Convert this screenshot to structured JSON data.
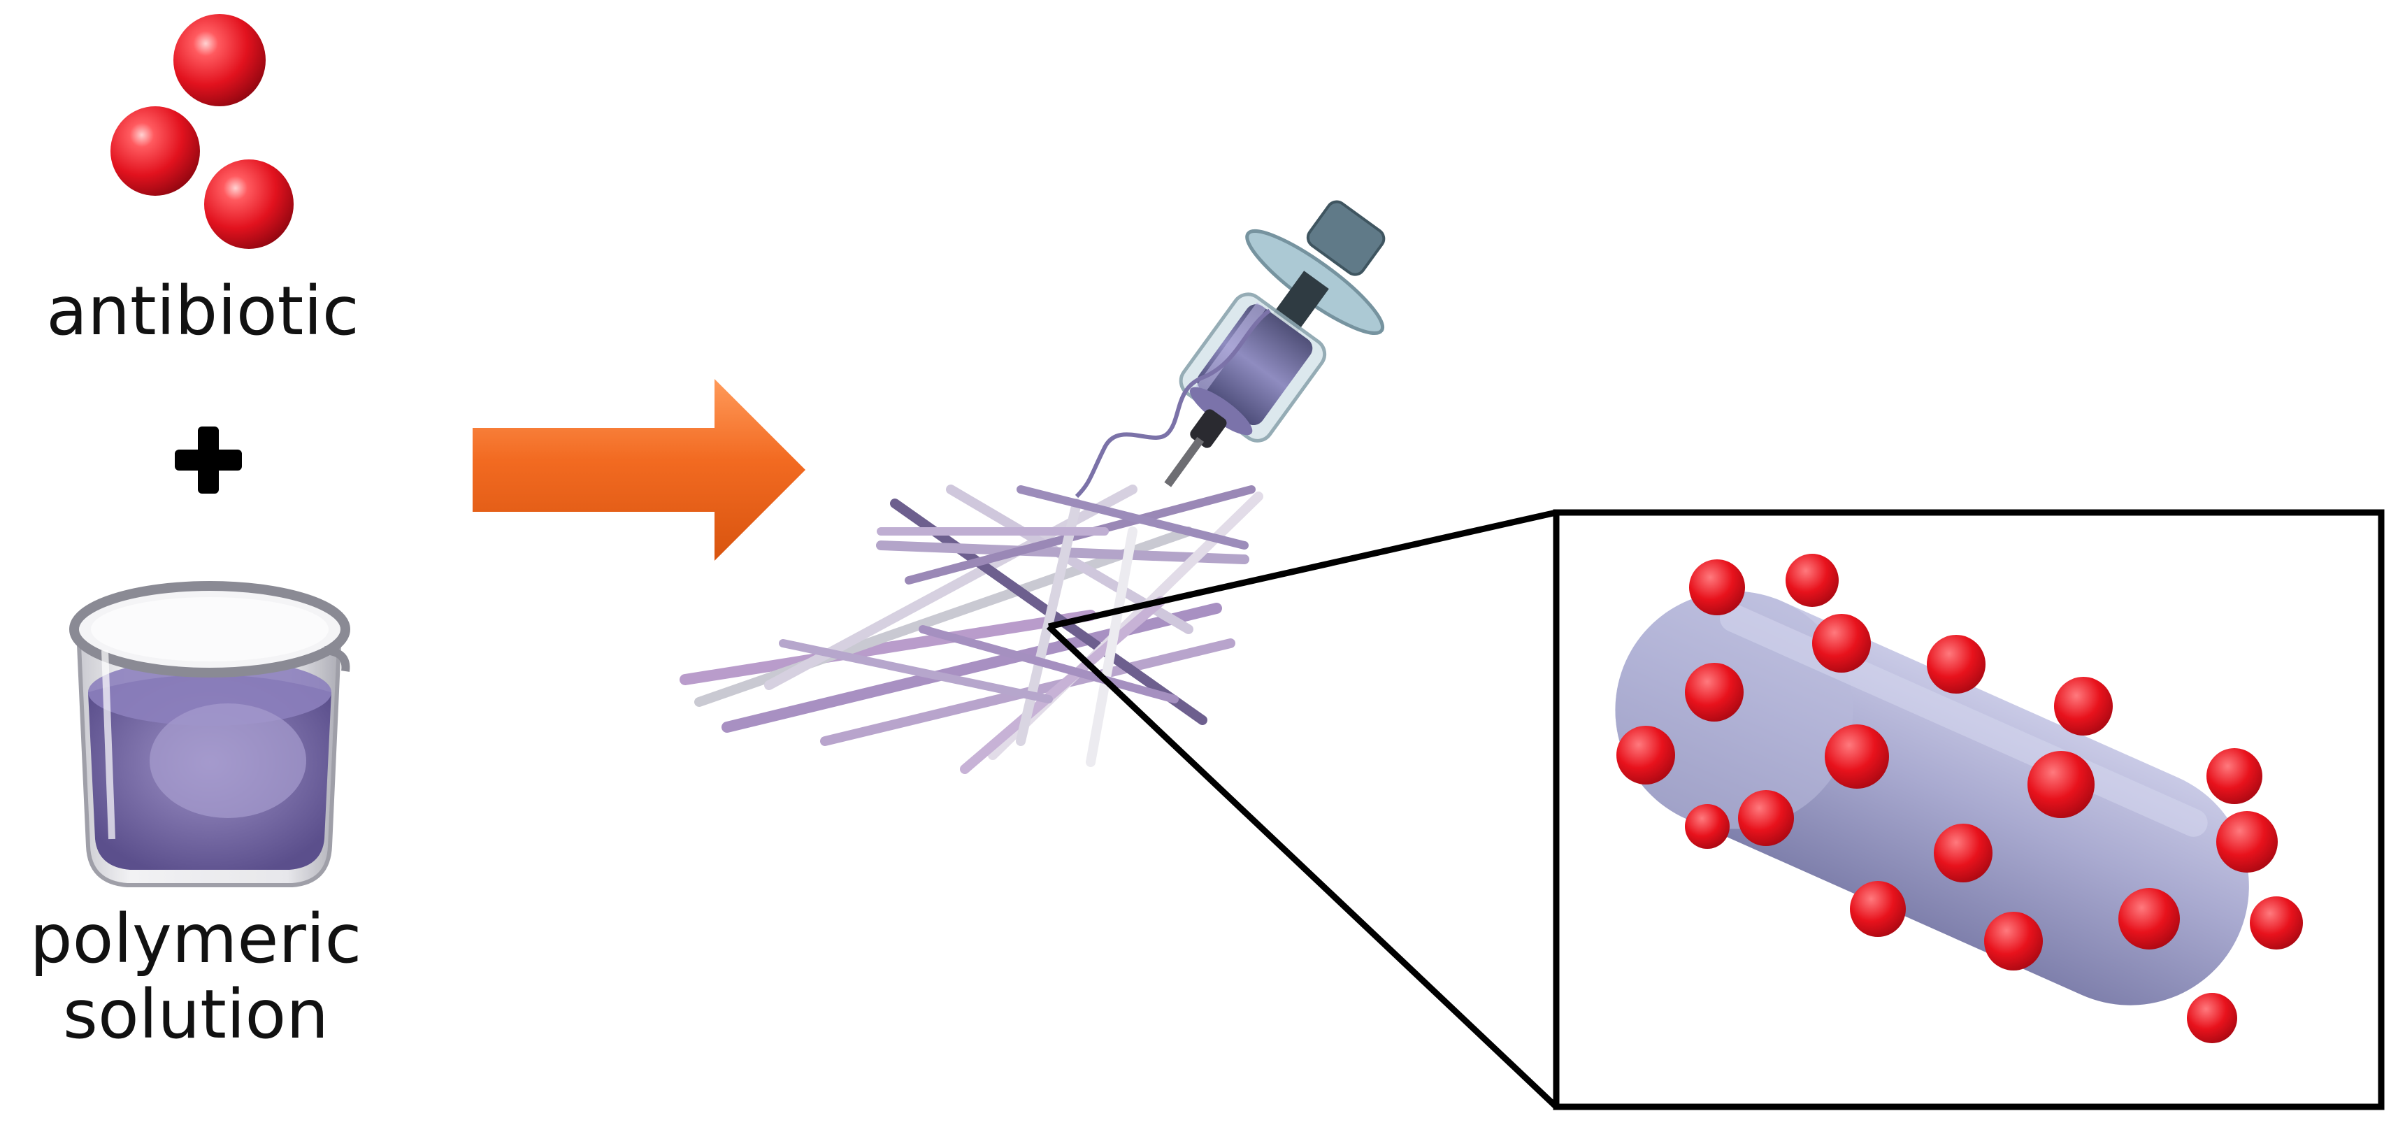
{
  "labels": {
    "antibiotic": "antibiotic",
    "polymeric_line1": "polymeric",
    "polymeric_line2": "solution"
  },
  "icons": {
    "antibiotic": "antibiotic-spheres-icon",
    "plus": "plus-icon",
    "beaker": "beaker-icon",
    "arrow": "process-arrow-icon",
    "syringe": "syringe-icon",
    "mat": "fiber-mat-icon",
    "zoom": "zoomed-fiber-icon"
  },
  "colors": {
    "antibiotic_red": "#e8202a",
    "arrow_orange": "#f26a21",
    "fiber_purple": "#a69ab8",
    "zoom_fiber": "#a7a8cc",
    "frame": "#000000"
  }
}
